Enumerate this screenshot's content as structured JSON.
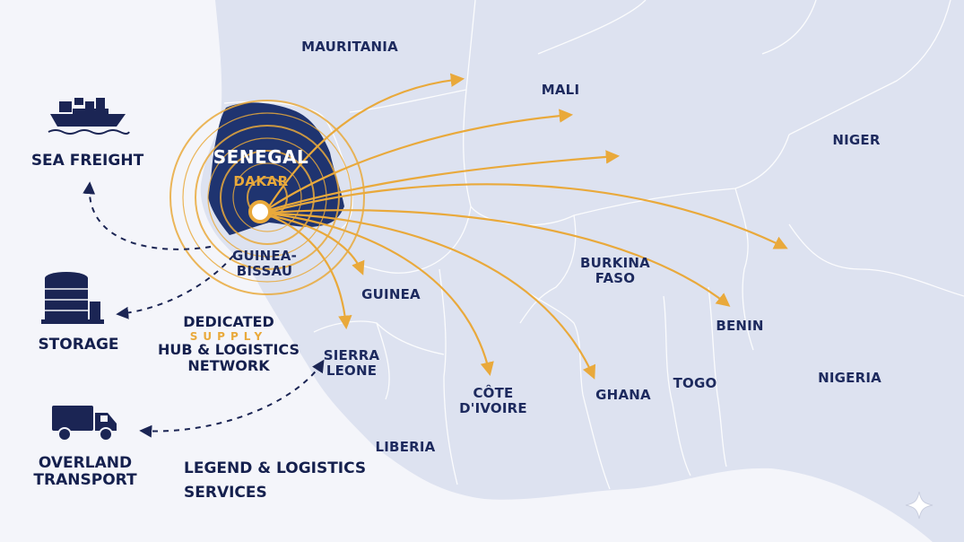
{
  "map": {
    "countries": [
      {
        "key": "mauritania",
        "name": "MAURITANIA"
      },
      {
        "key": "mali",
        "name": "MALI"
      },
      {
        "key": "niger",
        "name": "NIGER"
      },
      {
        "key": "guinea_bissau",
        "name": "GUINEA-\nBISSAU"
      },
      {
        "key": "guinea",
        "name": "GUINEA"
      },
      {
        "key": "burkina_faso",
        "name": "BURKINA\nFASO"
      },
      {
        "key": "benin",
        "name": "BENIN"
      },
      {
        "key": "sierra_leone",
        "name": "SIERRA\nLEONE"
      },
      {
        "key": "cote_divoire",
        "name": "CÔTE\nD'IVOIRE"
      },
      {
        "key": "ghana",
        "name": "GHANA"
      },
      {
        "key": "togo",
        "name": "TOGO"
      },
      {
        "key": "nigeria",
        "name": "NIGERIA"
      },
      {
        "key": "liberia",
        "name": "LIBERIA"
      }
    ],
    "hub": {
      "country": "SENEGAL",
      "city": "DAKAR"
    },
    "route_color": "#e9a93b",
    "land_color": "#dde2f0",
    "hub_fill": "#1f3470",
    "route_count": 9
  },
  "services": {
    "sea": "SEA FREIGHT",
    "storage": "STORAGE",
    "overland": "OVERLAND\nTRANSPORT"
  },
  "center_text": {
    "dedicated": "DEDICATED",
    "supply": "SUPPLY",
    "hub_network": "HUB & LOGISTICS\nNETWORK",
    "legend": "LEGEND & LOGISTICS\nSERVICES"
  },
  "icons": {
    "sea": "cargo-ship-icon",
    "storage": "storage-tank-icon",
    "overland": "delivery-truck-icon",
    "corner": "sparkle-icon"
  }
}
